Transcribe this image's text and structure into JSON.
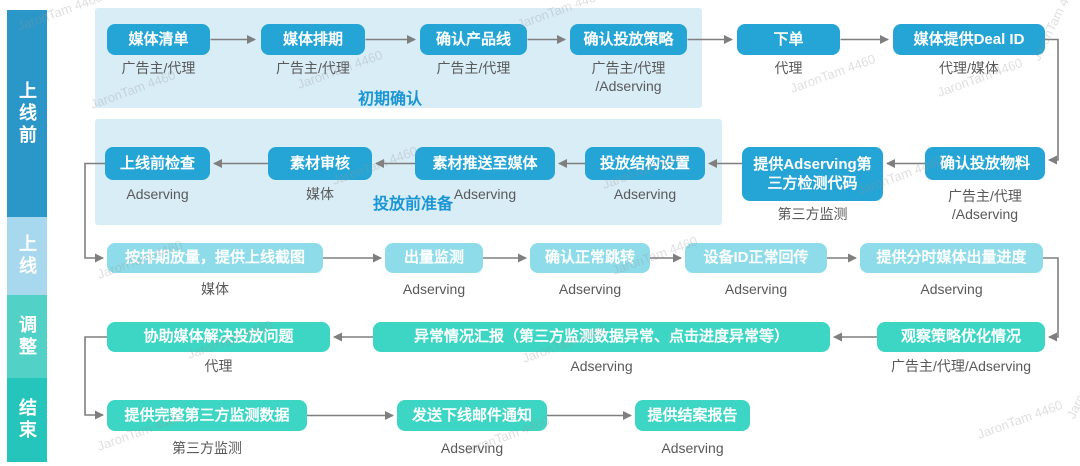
{
  "watermark": "JaronTam 4460",
  "sidebar": {
    "stages": [
      {
        "label": "上线前"
      },
      {
        "label": "上线"
      },
      {
        "label": "调整"
      },
      {
        "label": "结束"
      }
    ]
  },
  "sections": {
    "initial": "初期确认",
    "prelaunch": "投放前准备"
  },
  "rows": {
    "row1": [
      {
        "label": "媒体清单",
        "role": "广告主/代理"
      },
      {
        "label": "媒体排期",
        "role": "广告主/代理"
      },
      {
        "label": "确认产品线",
        "role": "广告主/代理"
      },
      {
        "label": "确认投放策略",
        "role": "广告主/代理\n/Adserving"
      },
      {
        "label": "下单",
        "role": "代理"
      },
      {
        "label": "媒体提供Deal ID",
        "role": "代理/媒体"
      }
    ],
    "row2": [
      {
        "label": "上线前检查",
        "role": "Adserving"
      },
      {
        "label": "素材审核",
        "role": "媒体"
      },
      {
        "label": "素材推送至媒体",
        "role": "Adserving"
      },
      {
        "label": "投放结构设置",
        "role": "Adserving"
      },
      {
        "label": "提供Adserving第三方检测代码",
        "role": "第三方监测"
      },
      {
        "label": "确认投放物料",
        "role": "广告主/代理\n/Adserving"
      }
    ],
    "row3": [
      {
        "label": "按排期放量，提供上线截图",
        "role": "媒体"
      },
      {
        "label": "出量监测",
        "role": "Adserving"
      },
      {
        "label": "确认正常跳转",
        "role": "Adserving"
      },
      {
        "label": "设备ID正常回传",
        "role": "Adserving"
      },
      {
        "label": "提供分时媒体出量进度",
        "role": "Adserving"
      }
    ],
    "row4": [
      {
        "label": "协助媒体解决投放问题",
        "role": "代理"
      },
      {
        "label": "异常情况汇报（第三方监测数据异常、点击进度异常等）",
        "role": "Adserving"
      },
      {
        "label": "观察策略优化情况",
        "role": "广告主/代理/Adserving"
      }
    ],
    "row5": [
      {
        "label": "提供完整第三方监测数据",
        "role": "第三方监测"
      },
      {
        "label": "发送下线邮件通知",
        "role": "Adserving"
      },
      {
        "label": "提供结案报告",
        "role": "Adserving"
      }
    ]
  },
  "colors": {
    "primary_box": "#24a5d6",
    "light_box": "#8edcea",
    "teal_box": "#3dd6c4",
    "phase_background": "#d9edf7",
    "stage_prelaunch": "#2b97c9",
    "stage_launch": "#a8d8ee",
    "stage_adjust": "#52d2c7",
    "stage_end": "#26c5bb",
    "connector": "#7f7f7f",
    "section_label": "#1a96d4",
    "role_text": "#595959"
  }
}
